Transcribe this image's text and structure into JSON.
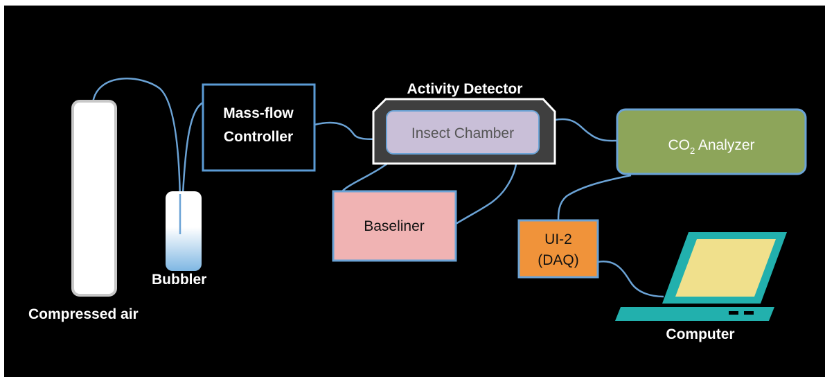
{
  "colors": {
    "background": "#000000",
    "tube": "#6ba3d6",
    "box_border": "#5b9bd5",
    "analyzer_fill": "#8da55a",
    "baseliner_fill": "#f0b3b3",
    "ui2_fill": "#f0933a",
    "chamber_fill": "#c9bfd8",
    "laptop_body": "#22b0ad",
    "laptop_screen": "#f0e08c"
  },
  "labels": {
    "compressed_air": "Compressed air",
    "bubbler": "Bubbler",
    "mass_flow_line1": "Mass-flow",
    "mass_flow_line2": "Controller",
    "activity_detector": "Activity Detector",
    "insect_chamber": "Insect Chamber",
    "co2_prefix": "CO",
    "co2_sub": "2",
    "co2_suffix": " Analyzer",
    "baseliner": "Baseliner",
    "ui2_line1": "UI-2",
    "ui2_line2": "(DAQ)",
    "computer": "Computer"
  }
}
